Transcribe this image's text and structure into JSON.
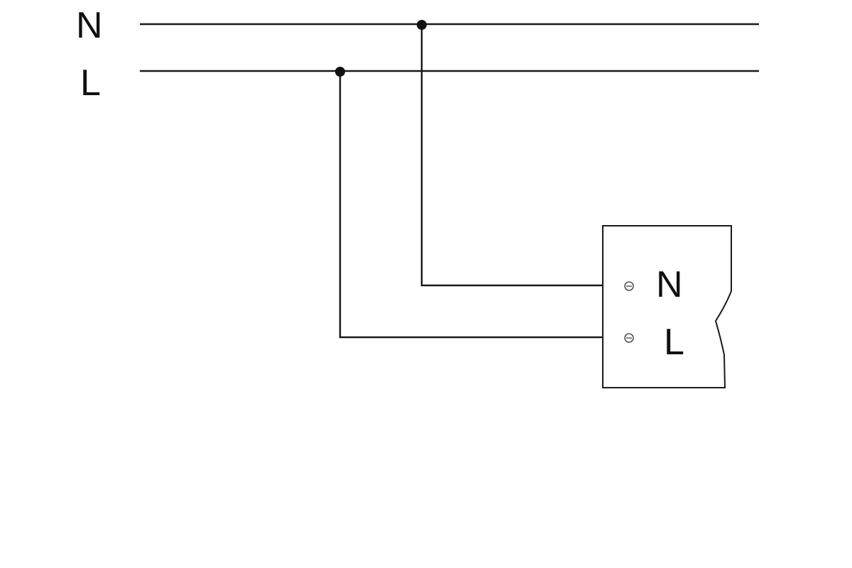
{
  "supply": {
    "neutral_label": "N",
    "line_label": "L"
  },
  "device": {
    "neutral_terminal_label": "N",
    "line_terminal_label": "L"
  },
  "colors": {
    "wire": "#1a1a1a",
    "background": "#ffffff"
  }
}
